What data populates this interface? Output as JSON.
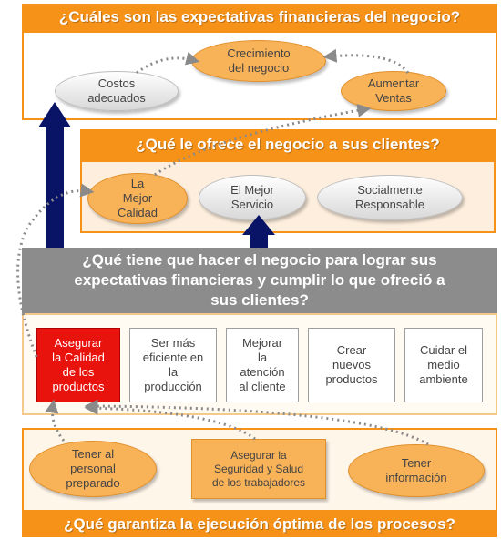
{
  "financial": {
    "title": "¿Cuáles son las expectativas financieras del negocio?",
    "items": [
      "Crecimiento\ndel negocio",
      "Costos\nadecuados",
      "Aumentar\nVentas"
    ]
  },
  "customers": {
    "title": "¿Qué le ofrece el negocio a sus clientes?",
    "items": [
      "La\nMejor\nCalidad",
      "El Mejor\nServicio",
      "Socialmente\nResponsable"
    ]
  },
  "processes": {
    "title": "¿Qué tiene que hacer el negocio para lograr sus\nexpectativas financieras y cumplir lo que ofreció a\nsus clientes?",
    "items": [
      "Asegurar\nla Calidad\nde los\nproductos",
      "Ser más\neficiente en\nla\nproducción",
      "Mejorar\nla\natención\nal cliente",
      "Crear\nnuevos\nproductos",
      "Cuidar el\nmedio\nambiente"
    ]
  },
  "learning": {
    "title": "¿Qué garantiza la ejecución óptima de los procesos?",
    "items": [
      "Tener al\npersonal\npreparado",
      "Asegurar la\nSeguridad y Salud\nde los trabajadores",
      "Tener\ninformación"
    ]
  },
  "colors": {
    "orange": "#f79219",
    "navy": "#0a1466",
    "gray_band": "#8c8c8c",
    "highlight": "#e8130c"
  }
}
